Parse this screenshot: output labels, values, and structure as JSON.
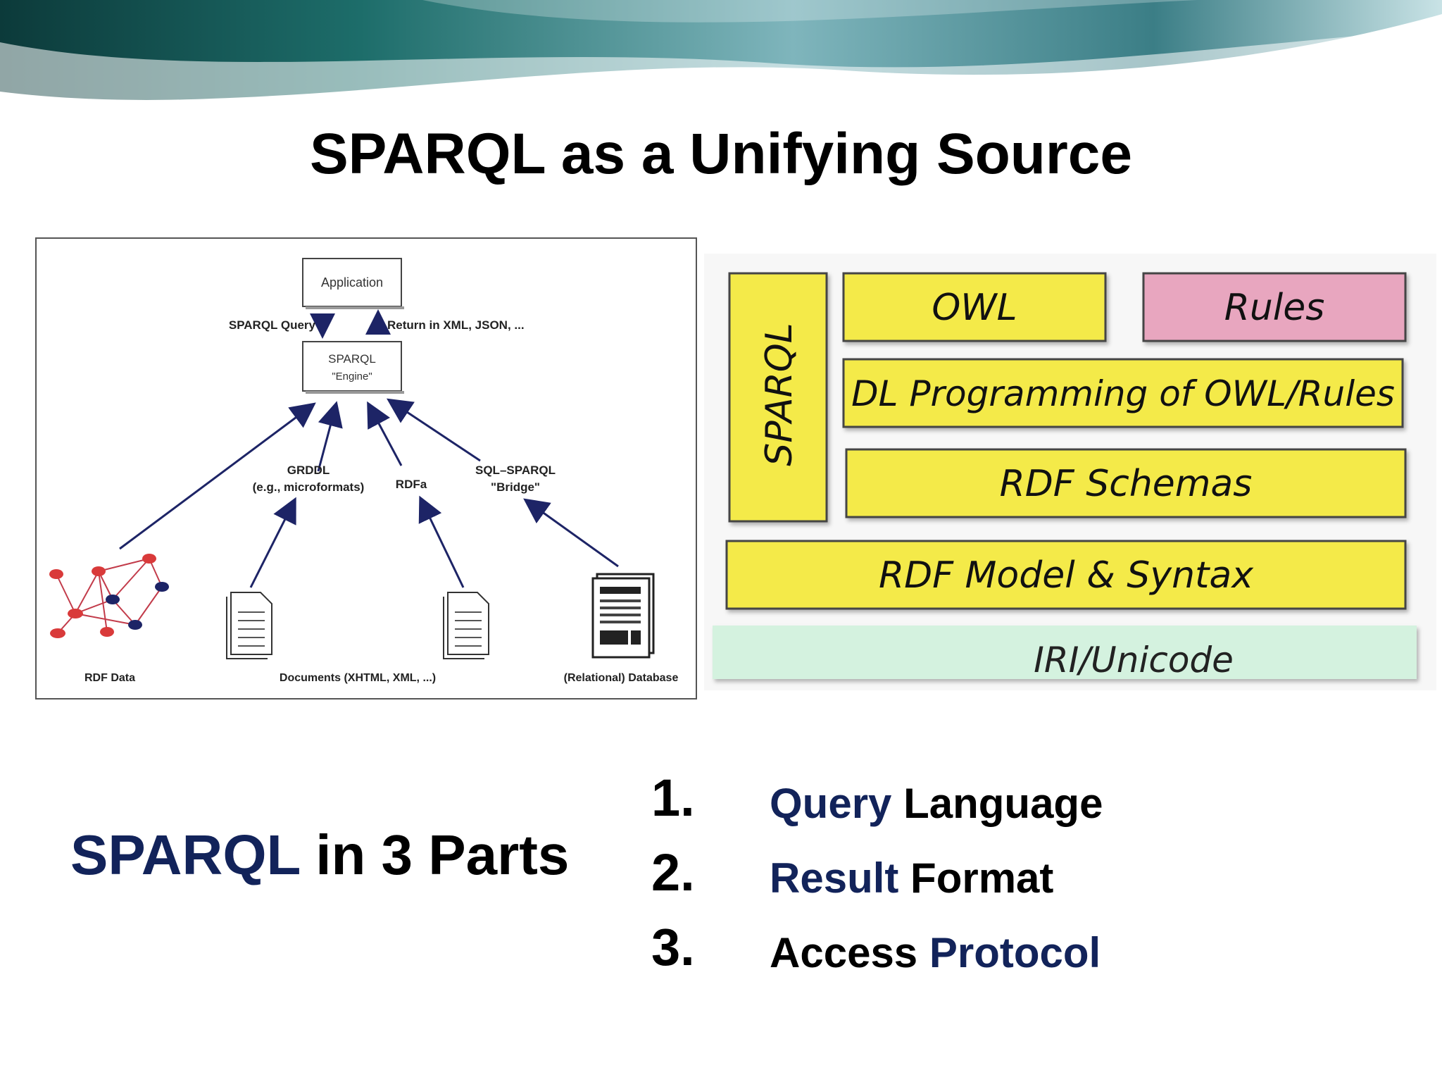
{
  "title": "SPARQL as a Unifying Source",
  "diagram": {
    "application": "Application",
    "sparql_query": "SPARQL Query",
    "return_label": "Return in XML, JSON, ...",
    "engine_line1": "SPARQL",
    "engine_line2": "\"Engine\"",
    "grddl_line1": "GRDDL",
    "grddl_line2": "(e.g., microformats)",
    "rdfa": "RDFa",
    "bridge_line1": "SQL–SPARQL",
    "bridge_line2": "\"Bridge\"",
    "rdf_data": "RDF Data",
    "documents": "Documents (XHTML, XML, ...)",
    "database": "(Relational) Database"
  },
  "stack": {
    "sparql": "SPARQL",
    "owl": "OWL",
    "rules": "Rules",
    "dl": "DL Programming of OWL/Rules",
    "rdfs": "RDF Schemas",
    "rdf_model": "RDF Model & Syntax",
    "iri": "IRI/Unicode",
    "colors": {
      "yellow": "#f4ea4a",
      "pink": "#e8a6bf",
      "mint": "#d4f2df"
    }
  },
  "subhead": {
    "accent": "SPARQL",
    "rest": " in 3 Parts"
  },
  "parts": [
    {
      "num": "1.",
      "blue": "Query",
      "black": " Language"
    },
    {
      "num": "2.",
      "blue": "Result",
      "black": " Format"
    },
    {
      "num": "3.",
      "black": "Access ",
      "blue": "Protocol"
    }
  ]
}
